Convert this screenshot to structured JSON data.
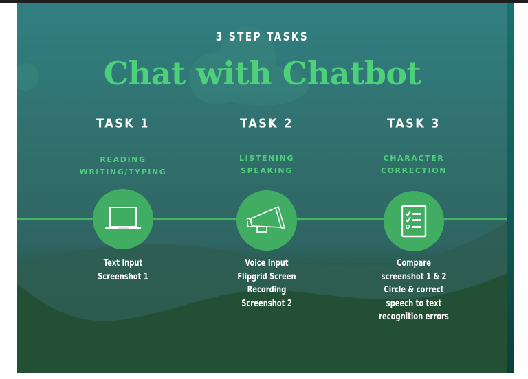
{
  "header": {
    "eyebrow": "3 STEP TASKS",
    "title": "Chat with Chatbot"
  },
  "colors": {
    "accent_green": "#4cd17a",
    "circle_green": "#41ad62",
    "bg_top_teal": "#317f82",
    "bg_bottom_green": "#234b33"
  },
  "tasks": [
    {
      "label": "TASK 1",
      "skills": [
        "READING",
        "WRITING/TYPING"
      ],
      "icon": "laptop-icon",
      "description": [
        "Text Input",
        "Screenshot 1"
      ]
    },
    {
      "label": "TASK 2",
      "skills": [
        "LISTENING",
        "SPEAKING"
      ],
      "icon": "megaphone-icon",
      "description": [
        "Voice Input",
        "Flipgrid Screen",
        "Recording",
        "Screenshot 2"
      ]
    },
    {
      "label": "TASK 3",
      "skills": [
        "CHARACTER",
        "CORRECTION"
      ],
      "icon": "checklist-icon",
      "description": [
        "Compare",
        "screenshot 1 & 2",
        "Circle & correct",
        "speech to text",
        "recognition errors"
      ]
    }
  ]
}
